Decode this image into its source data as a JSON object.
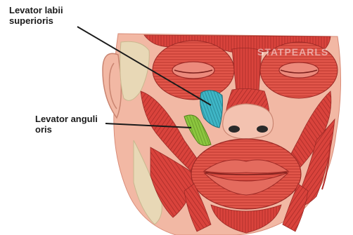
{
  "labels": {
    "levator_labii_superioris": {
      "line1": "Levator labii",
      "line2": "superioris"
    },
    "levator_anguli_oris": {
      "line1": "Levator anguli",
      "line2": "oris"
    }
  },
  "watermark": "STATPEARLS",
  "colors": {
    "background": "#ffffff",
    "skin": "#f2b8a4",
    "muscle": "#d9433c",
    "muscle_dark": "#b3302c",
    "muscle_light": "#ec8a7c",
    "highlight_teal": "#3fb6c6",
    "highlight_green": "#8cc63f",
    "bone": "#e8d8b6",
    "leader_line": "#1a1a1a"
  }
}
